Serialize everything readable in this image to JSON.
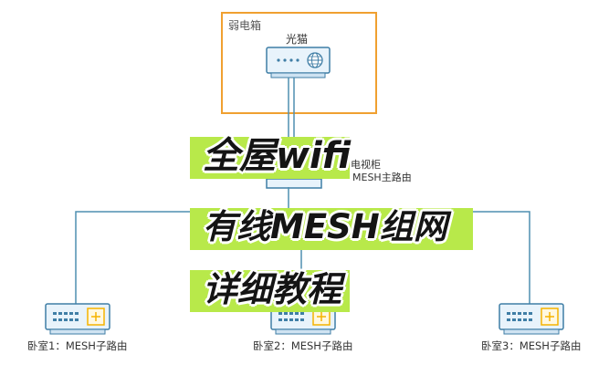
{
  "diagram": {
    "cabinet_label": "弱电箱",
    "modem_label": "光猫",
    "main_router_label_top": "电视柜",
    "main_router_label_bottom": "MESH主路由",
    "nodes": [
      {
        "label": "卧室1：MESH子路由"
      },
      {
        "label": "卧室2：MESH子路由"
      },
      {
        "label": "卧室3：MESH子路由"
      }
    ]
  },
  "overlay": {
    "line1": "全屋wifi",
    "line2": "有线MESH组网",
    "line3": "详细教程"
  },
  "colors": {
    "cabinet_border": "#f0a030",
    "line_blue": "#4f8fb0",
    "device_fill": "#e8f3fb",
    "device_stroke": "#3f7ea6",
    "banner_green": "#b8e94a",
    "port_orange": "#f5b300"
  }
}
